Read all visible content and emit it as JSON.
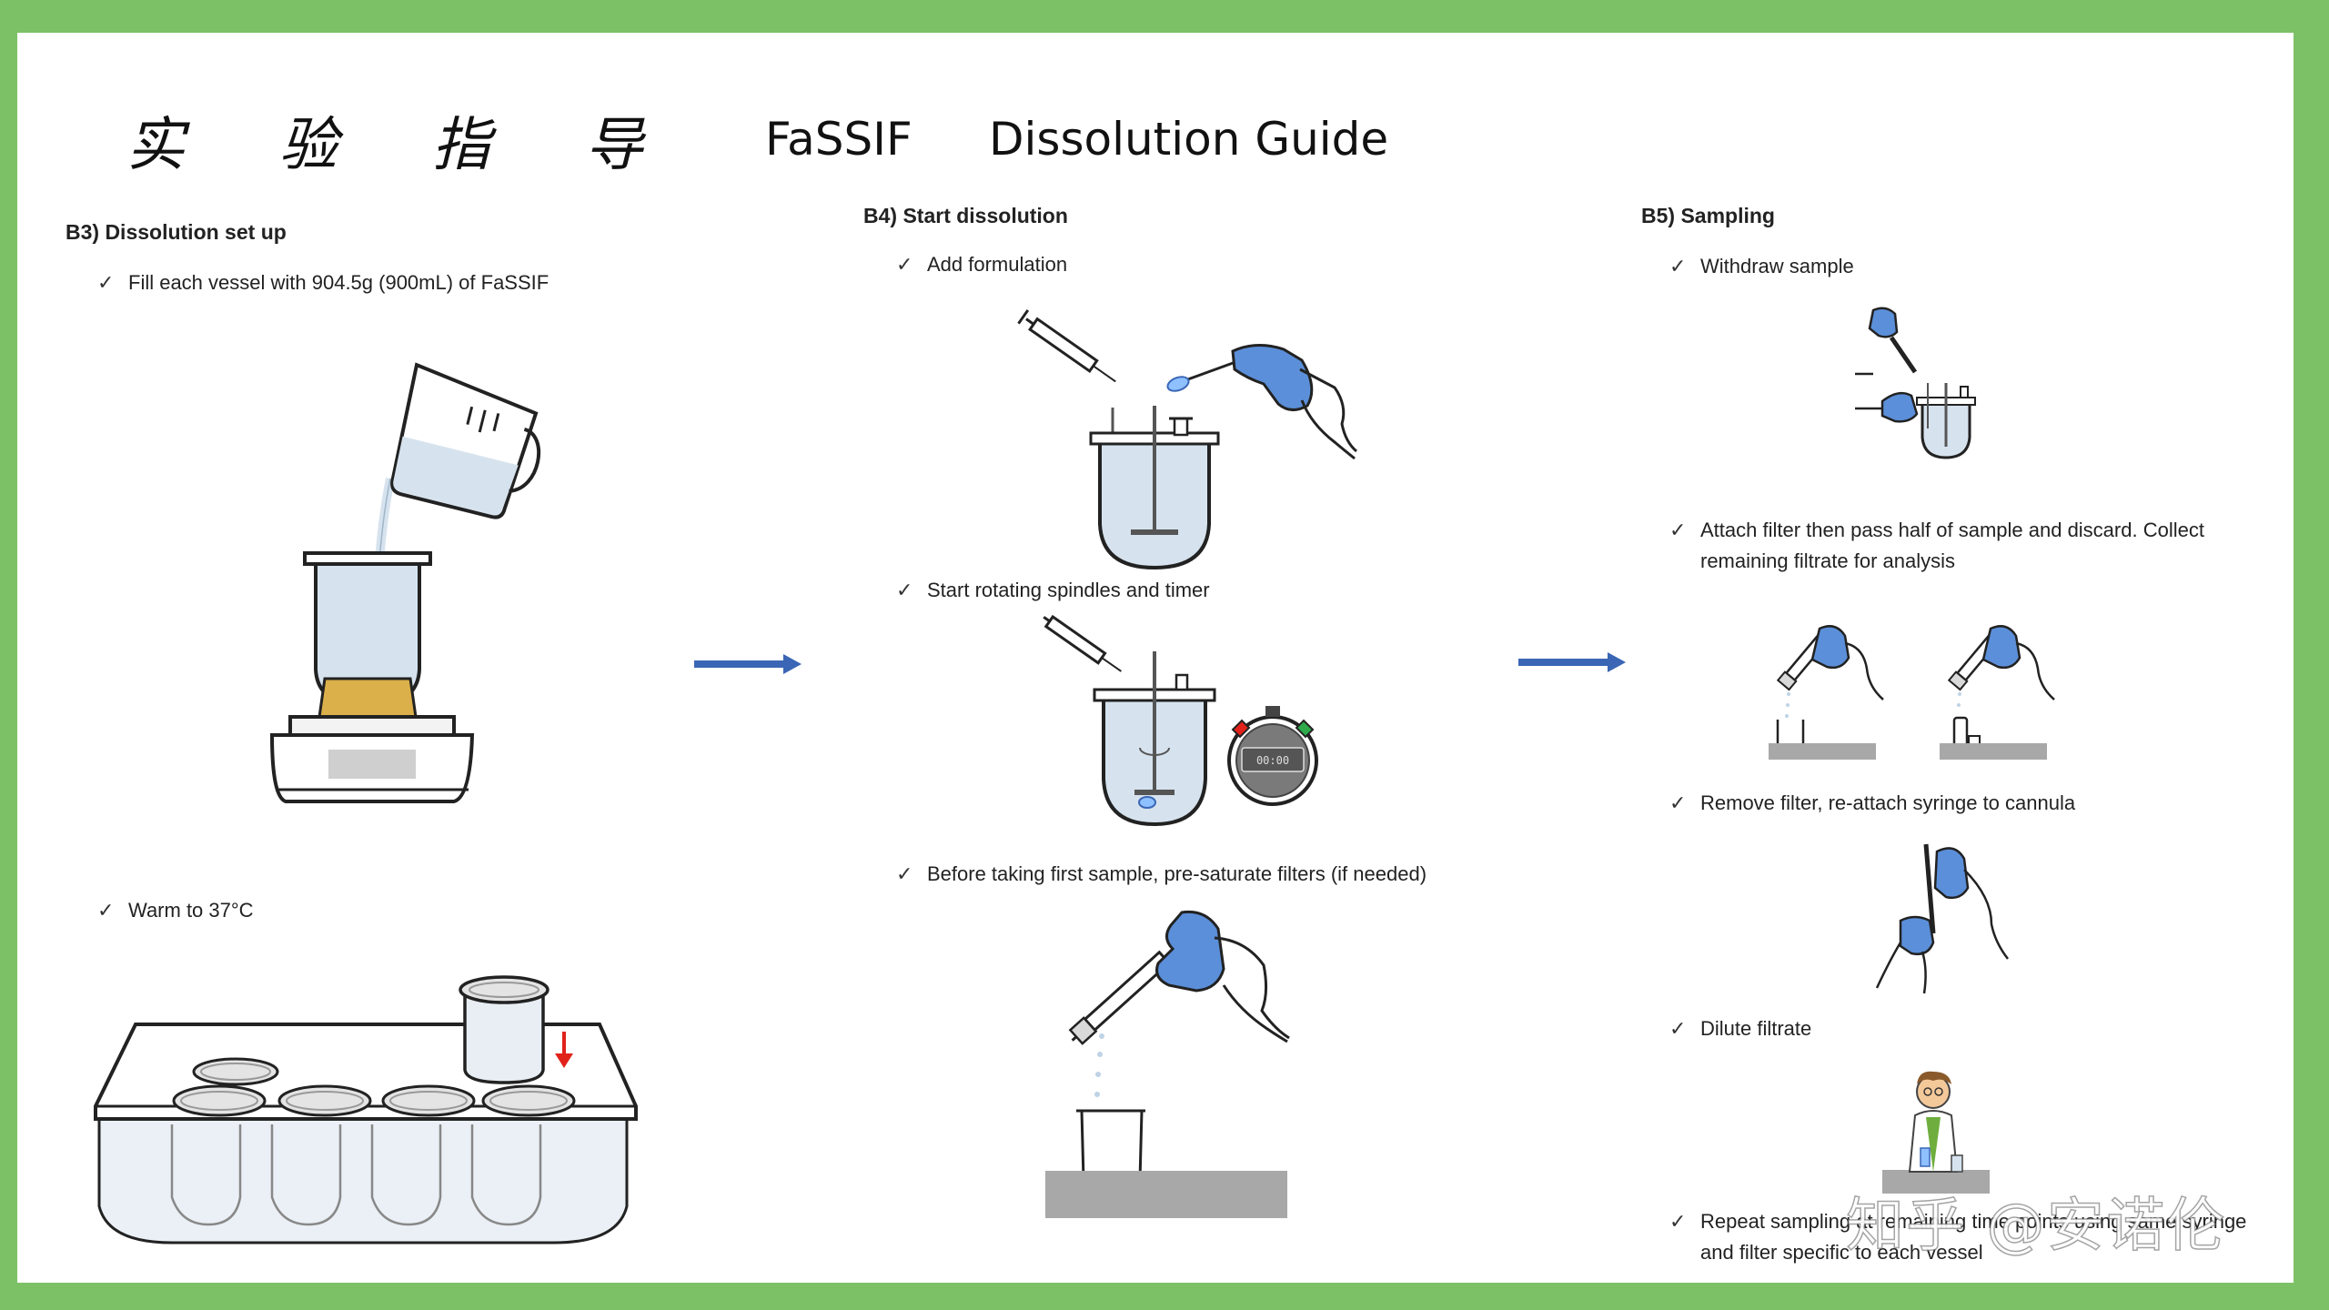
{
  "title": {
    "chars": [
      "实",
      "验",
      "指",
      "导"
    ],
    "part1": "FaSSIF",
    "part2": "Dissolution Guide"
  },
  "b3": {
    "heading": "B3) Dissolution set up",
    "step1": "Fill each vessel with 904.5g (900mL) of FaSSIF",
    "step2": "Warm to 37°C"
  },
  "b4": {
    "heading": "B4) Start dissolution",
    "step1": "Add formulation",
    "step2": "Start rotating spindles and timer",
    "step3": "Before taking first sample, pre-saturate filters (if needed)",
    "timer_display": "00:00"
  },
  "b5": {
    "heading": "B5) Sampling",
    "step1": "Withdraw sample",
    "step2_line1": "Attach filter then pass half of sample and discard. Collect",
    "step2_line2": "remaining filtrate for analysis",
    "step3": "Remove filter, re-attach syringe to cannula",
    "step4": "Dilute filtrate",
    "step5_line1": "Repeat sampling at remaining time points using same syringe",
    "step5_line2": "and filter specific to each vessel"
  },
  "check_mark": "✓",
  "watermark": "知乎 @安诺伦",
  "colors": {
    "frame": "#7dc166",
    "arrow": "#3a66b5",
    "glove": "#5b8fd9",
    "liquid": "#d6e3ee",
    "red_arrow": "#e0221b"
  }
}
